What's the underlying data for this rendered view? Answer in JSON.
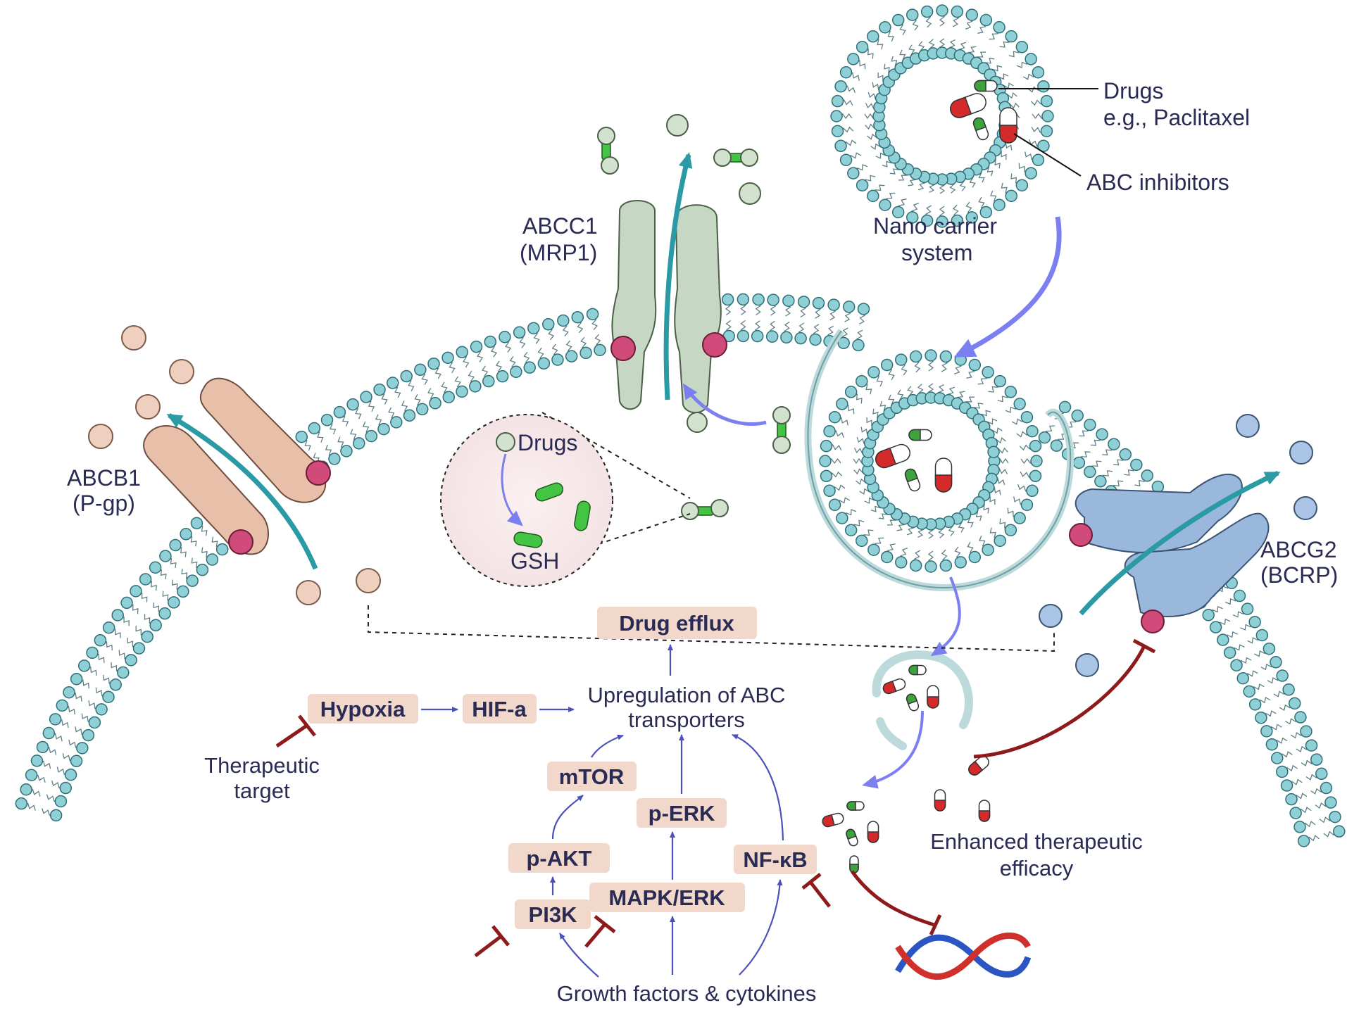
{
  "transporters": {
    "abcb1": {
      "name": "ABCB1",
      "alias": "(P-gp)"
    },
    "abcc1": {
      "name": "ABCC1",
      "alias": "(MRP1)"
    },
    "abcg2": {
      "name": "ABCG2",
      "alias": "(BCRP)"
    }
  },
  "nano_carrier": {
    "drugs_label": "Drugs",
    "drugs_example": "e.g., Paclitaxel",
    "inhibitors_label": "ABC inhibitors",
    "system_label_1": "Nano carrier",
    "system_label_2": "system"
  },
  "gsh_inset": {
    "drugs_label": "Drugs",
    "gsh_label": "GSH"
  },
  "pathway": {
    "drug_efflux": "Drug efflux",
    "hypoxia": "Hypoxia",
    "hif": "HIF-a",
    "upregulation_1": "Upregulation of ABC",
    "upregulation_2": "transporters",
    "mtor": "mTOR",
    "perk": "p-ERK",
    "pakt": "p-AKT",
    "nfkb": "NF-κB",
    "pi3k": "PI3K",
    "mapk": "MAPK/ERK",
    "growth": "Growth factors & cytokines",
    "therapeutic_1": "Therapeutic",
    "therapeutic_2": "target"
  },
  "outcome": {
    "line1": "Enhanced therapeutic",
    "line2": "efficacy"
  },
  "colors": {
    "lipid_head": "#8fd0d6",
    "lipid_head_stroke": "#2f6f78",
    "abcb1": "#e8bfa8",
    "abcc1": "#c6d8c3",
    "abcg2": "#9ab8dc",
    "flux_arrow": "#2a9aa5",
    "signal_arrow": "#4a51b8",
    "carrier_arrow": "#7b7ff0",
    "inhibit": "#8e1b1b",
    "node_fill": "#f1d8cb",
    "dna_red": "#d0302c",
    "dna_blue": "#2c55c4",
    "pink_dot": "#d04a7a",
    "pill_red": "#d42a2a",
    "pill_green": "#3da33d"
  }
}
